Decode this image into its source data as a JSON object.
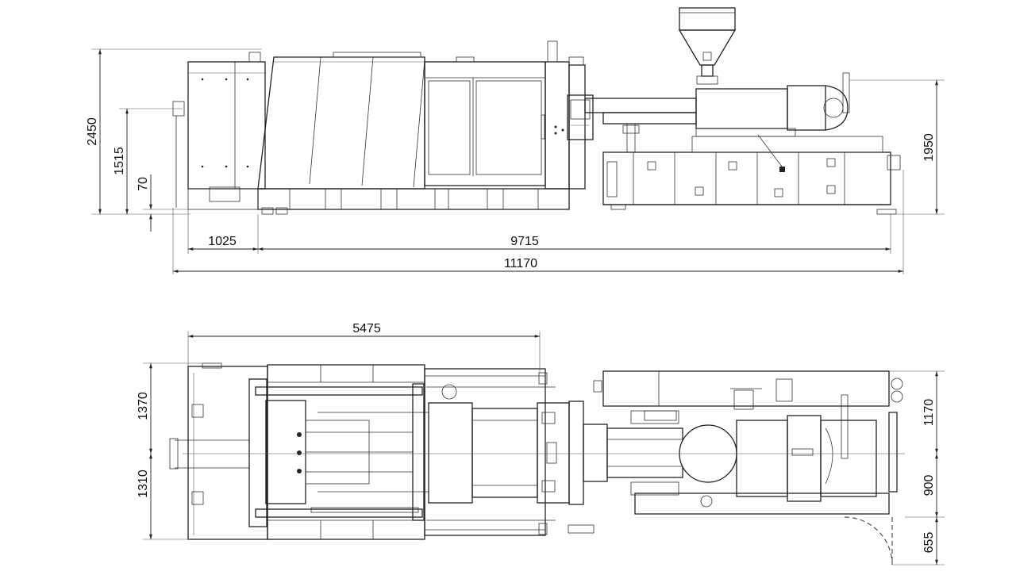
{
  "side_view": {
    "dims": {
      "height_total": "2450",
      "height_mid": "1515",
      "height_small": "70",
      "height_right": "1950",
      "len_left": "1025",
      "len_main": "9715",
      "len_total": "11170"
    }
  },
  "top_view": {
    "dims": {
      "len_clamp": "5475",
      "width_upper": "1370",
      "width_lower": "1310",
      "right_upper": "1170",
      "right_mid": "900",
      "right_low": "655"
    }
  },
  "colors": {
    "line": "#222222",
    "background": "#ffffff"
  }
}
